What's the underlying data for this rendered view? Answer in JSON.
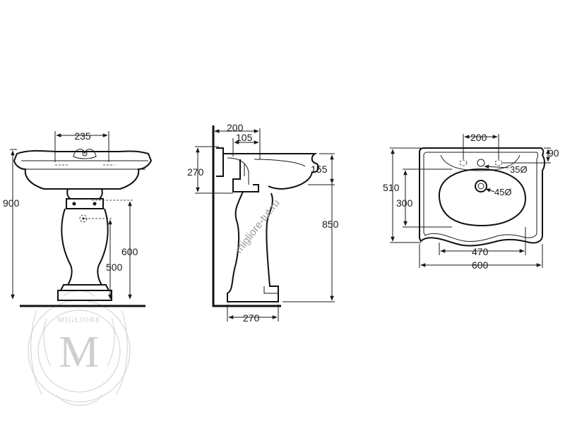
{
  "front_view": {
    "width_label": "235",
    "height_total": "900",
    "height_bowl": "600",
    "height_pedestal": "500"
  },
  "side_view": {
    "top_width": "200",
    "top_inner": "105",
    "depth_label": "270",
    "height_outlet": "155",
    "height_total": "850",
    "base_width": "270"
  },
  "top_view": {
    "tap_spacing": "200",
    "rim_depth": "90",
    "tap_hole": "35Ø",
    "drain_hole": "45Ø",
    "depth_total": "510",
    "bowl_depth": "300",
    "bowl_width": "470",
    "total_width": "600"
  },
  "watermark": {
    "brand": "MIGLIORE",
    "monogram": "M",
    "url": "migliore-tut.ru"
  }
}
